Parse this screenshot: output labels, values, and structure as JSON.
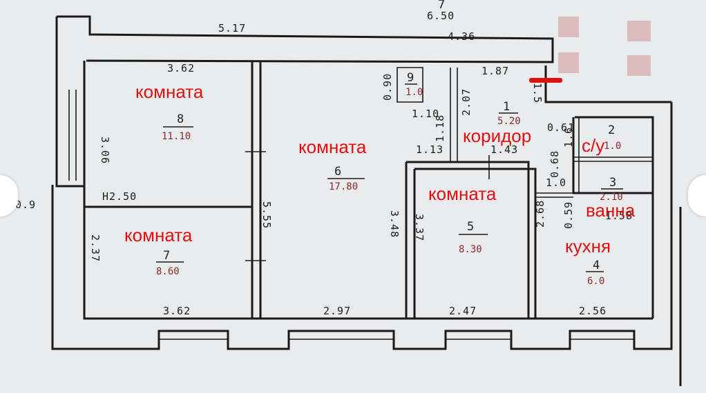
{
  "header": {
    "top_label": "6.50",
    "top_num": "7"
  },
  "dims": {
    "d517": "5.17",
    "d436": "4.36",
    "d362top": "3.62",
    "d187": "1.87",
    "d090": "0.90",
    "d306": "3.06",
    "d110": "1.10",
    "d207": "2.07",
    "d118": "1.18",
    "d113": "1.13",
    "d143": "1.43",
    "d061": "0.61",
    "d16a": "1.6",
    "d068": "0.68",
    "d10": "1.0",
    "d555": "5.55",
    "h250": "H2.50",
    "d348": "3.48",
    "d337": "3.37",
    "d268": "2.68",
    "d059": "0.59",
    "d158": "1.58",
    "d237": "2.37",
    "d362bot": "3.62",
    "d297": "2.97",
    "d247": "2.47",
    "d256": "2.56",
    "d09": "0.9",
    "d15": "1.5"
  },
  "rooms": {
    "r9": {
      "num": "9",
      "area": "1.0"
    },
    "r1": {
      "num": "1",
      "area": "5.20"
    },
    "r8": {
      "num": "8",
      "area": "11.10"
    },
    "r6": {
      "num": "6",
      "area": "17.80"
    },
    "r2": {
      "num": "2",
      "area": "1.0"
    },
    "r3": {
      "num": "3",
      "area": "2.10"
    },
    "r5": {
      "num": "5",
      "area": "8.30"
    },
    "r7": {
      "num": "7",
      "area": "8.60"
    },
    "r4": {
      "num": "4",
      "area": "6.0"
    }
  },
  "labels": {
    "room8": "комната",
    "room6": "комната",
    "corridor": "коридор",
    "wc": "с/у",
    "room5": "комната",
    "bath": "ванна",
    "room7": "комната",
    "kitchen": "кухня"
  },
  "colors": {
    "label": "#e01010",
    "marker": "#e01010",
    "area": "#8a2a2a"
  }
}
